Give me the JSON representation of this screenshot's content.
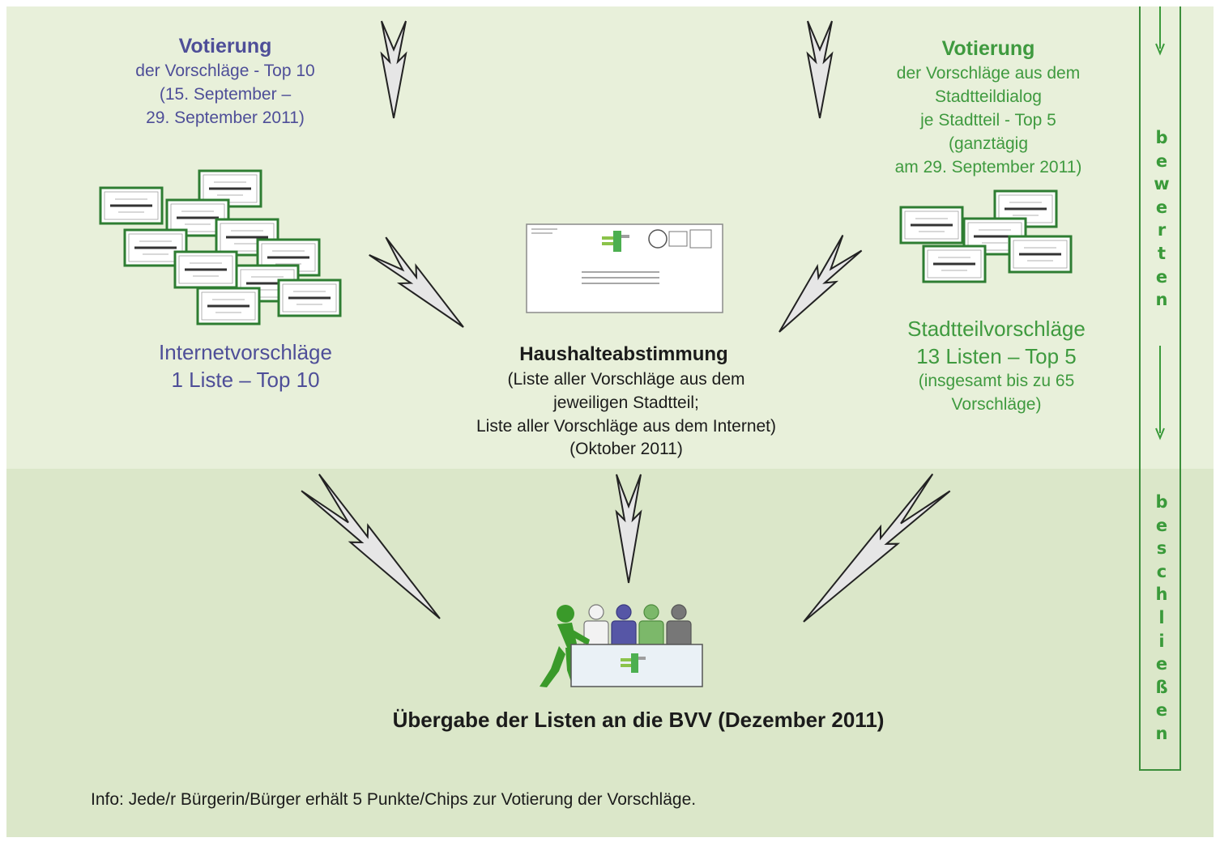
{
  "left_block": {
    "title": "Votierung",
    "line1": "der Vorschläge - Top 10",
    "line2": "(15. September –",
    "line3": "29. September 2011)",
    "label1": "Internetvorschläge",
    "label2": "1 Liste – Top 10"
  },
  "right_block": {
    "title": "Votierung",
    "line1": "der Vorschläge aus dem",
    "line2": "Stadtteildialog",
    "line3": "je Stadtteil - Top 5",
    "line4": "(ganztägig",
    "line5": "am 29. September 2011)",
    "label1": "Stadtteilvorschläge",
    "label2": "13 Listen – Top 5",
    "label3": "(insgesamt bis zu 65",
    "label4": "Vorschläge)"
  },
  "center_block": {
    "title": "Haushalteabstimmung",
    "line1": "(Liste aller Vorschläge aus dem",
    "line2": "jeweiligen Stadtteil;",
    "line3": "Liste aller Vorschläge aus dem Internet)",
    "line4": "(Oktober 2011)"
  },
  "bottom": {
    "title": "Übergabe der Listen an die BVV (Dezember 2011)",
    "info": "Info: Jede/r Bürgerin/Bürger erhält 5 Punkte/Chips zur Votierung der Vorschläge."
  },
  "sidebar": {
    "word_top": "bewerten",
    "word_bottom": "beschließen"
  },
  "colors": {
    "bg_top": "#e8f0da",
    "bg_bottom": "#dbe7c9",
    "title_blue": "#4e4e98",
    "title_green": "#3f9a3f",
    "card_border": "#2e7d32",
    "person_green": "#3a9a2a"
  },
  "icons": {
    "arrow": "open-chevron-arrow",
    "proposal_card": "proposal-card-icon",
    "envelope": "ballot-envelope-icon",
    "people": "people-at-table-icon"
  }
}
